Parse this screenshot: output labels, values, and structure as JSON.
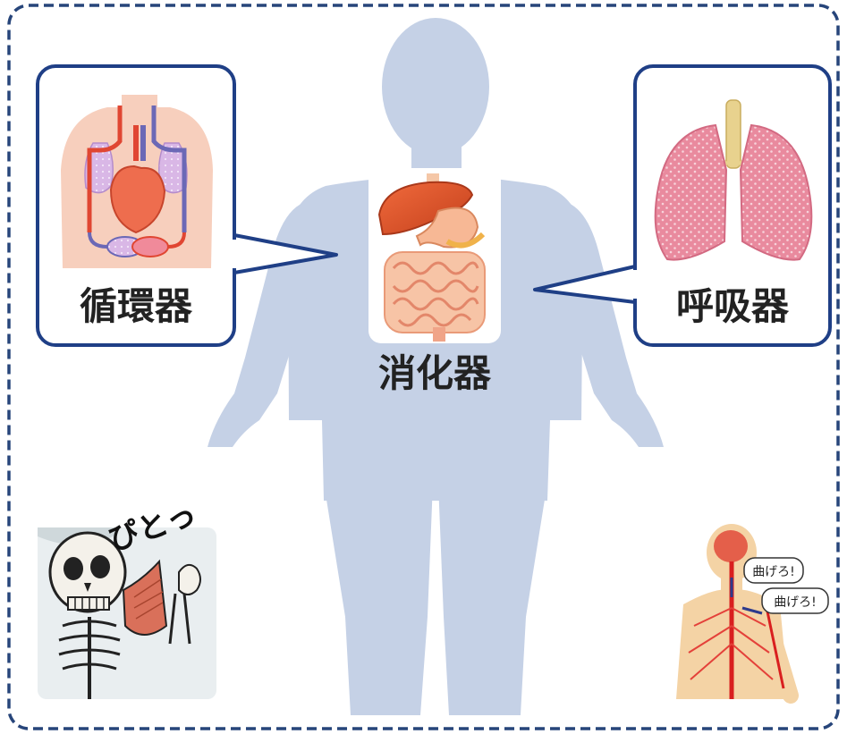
{
  "labels": {
    "circulatory": "循環器",
    "digestive": "消化器",
    "respiratory": "呼吸器"
  },
  "nerve_callouts": {
    "brain": "曲げろ!",
    "arm": "曲げろ!"
  },
  "skeleton_sound": "ぴとっ",
  "colors": {
    "frame_border": "#27457a",
    "silhouette": "#c5d1e6",
    "callout_border": "#1f3f86",
    "text": "#222222"
  }
}
